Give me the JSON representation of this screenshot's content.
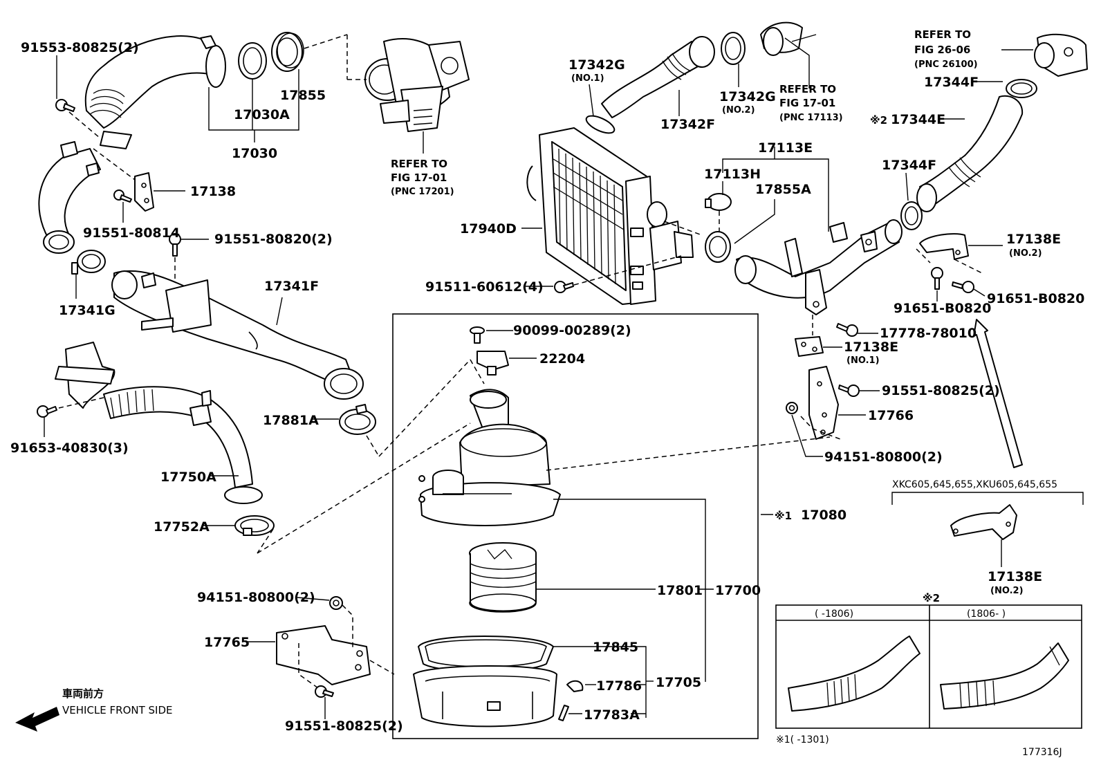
{
  "diagram_id": "177316J",
  "labels": {
    "p_91553_80825": "91553-80825(2)",
    "p_17030A": "17030A",
    "p_17855": "17855",
    "p_17030": "17030",
    "p_17138": "17138",
    "p_91551_80814": "91551-80814",
    "p_91551_80820": "91551-80820(2)",
    "p_17341G": "17341G",
    "p_17341F": "17341F",
    "p_91653_40830": "91653-40830(3)",
    "p_17881A": "17881A",
    "p_17750A": "17750A",
    "p_17752A": "17752A",
    "p_94151_80800_a": "94151-80800(2)",
    "p_17765": "17765",
    "p_91551_80825_b": "91551-80825(2)",
    "p_90099_00289": "90099-00289(2)",
    "p_22204": "22204",
    "p_17801": "17801",
    "p_17700": "17700",
    "p_17845": "17845",
    "p_17705": "17705",
    "p_17786": "17786",
    "p_17783A": "17783A",
    "p_17080": "17080",
    "p_17342G_1": "17342G",
    "p_17342G_1_sub": "(NO.1)",
    "p_17342F": "17342F",
    "p_17342G_2": "17342G",
    "p_17342G_2_sub": "(NO.2)",
    "p_17940D": "17940D",
    "p_91511_60612": "91511-60612(4)",
    "p_17113E": "17113E",
    "p_17113H": "17113H",
    "p_17855A": "17855A",
    "p_17344F_top": "17344F",
    "p_17344E": "17344E",
    "p_17344F_mid": "17344F",
    "p_17138E_no2": "17138E",
    "p_17138E_no2_sub": "(NO.2)",
    "p_91651_B0820_a": "91651-B0820",
    "p_91651_B0820_b": "91651-B0820",
    "p_17778_78010": "17778-78010",
    "p_17138E_no1": "17138E",
    "p_17138E_no1_sub": "(NO.1)",
    "p_91551_80825_c": "91551-80825(2)",
    "p_17766": "17766",
    "p_94151_80800_c": "94151-80800(2)",
    "p_17138E_var": "17138E",
    "p_17138E_var_sub": "(NO.2)",
    "models": "XKC605,645,655,XKU605,645,655"
  },
  "marks": {
    "note1": "※1",
    "note2": "※2"
  },
  "refs": {
    "turbo_l1": "REFER TO",
    "turbo_l2": "FIG 17-01",
    "turbo_l3": "(PNC 17201)",
    "hose_l1": "REFER TO",
    "hose_l2": "FIG 17-01",
    "hose_l3": "(PNC 17113)",
    "throttle_l1": "REFER TO",
    "throttle_l2": "FIG 26-06",
    "throttle_l3": "(PNC 26100)"
  },
  "variants": {
    "left": "(     -1806)",
    "right": "(1806-     )",
    "note1_date": "※1(     -1301)"
  },
  "front": {
    "jp": "車両前方",
    "en": "VEHICLE FRONT SIDE"
  }
}
